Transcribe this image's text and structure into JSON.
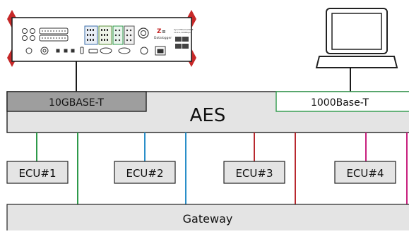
{
  "diagram": {
    "aes_label": "AES",
    "port_10g_label": "10GBASE-T",
    "port_1g_label": "1000Base-T",
    "gateway_label": "Gateway",
    "ecus": [
      {
        "label": "ECU#1",
        "color": "#2e9a4a"
      },
      {
        "label": "ECU#2",
        "color": "#2a8fc9"
      },
      {
        "label": "ECU#3",
        "color": "#b8282e"
      },
      {
        "label": "ECU#4",
        "color": "#c8207e"
      }
    ],
    "device": {
      "brand_label": "Datalogger",
      "port_text_1": "Sync Ethernet PoE",
      "port_text_2": "10,1G,100Mbps",
      "frame_color": "#c62828"
    },
    "colors": {
      "bus_fill": "#e4e4e4",
      "port_10g_fill": "#9e9e9e",
      "port_1g_border": "#2e9a4a",
      "line_dark": "#000000"
    }
  }
}
